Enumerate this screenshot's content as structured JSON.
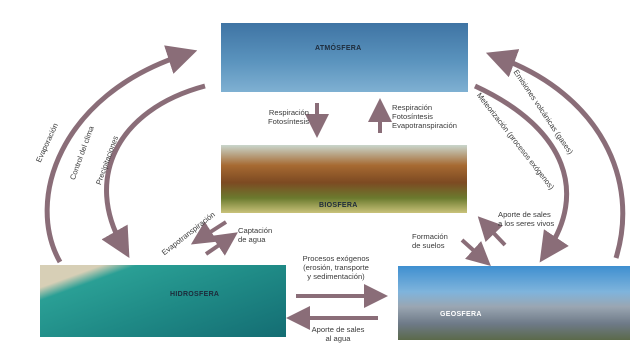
{
  "spheres": {
    "atmosfera": "ATMÓSFERA",
    "biosfera": "BIOSFERA",
    "hidrosfera": "HIDROSFERA",
    "geosfera": "GEOSFERA"
  },
  "labels": {
    "atm_bio_down": [
      "Respiración",
      "Fotosíntesis"
    ],
    "bio_atm_up": [
      "Respiración",
      "Fotosíntesis",
      "Evapotranspiración"
    ],
    "captacion": [
      "Captación",
      "de agua"
    ],
    "evapotranspiracion": "Evapotranspiración",
    "formacion": [
      "Formación",
      "de suelos"
    ],
    "aporte_seres": [
      "Aporte de sales",
      "a los seres vivos"
    ],
    "procesos": [
      "Procesos exógenos",
      "(erosión, transporte",
      "y sedimentación)"
    ],
    "aporte_agua": [
      "Aporte de sales",
      "al agua"
    ],
    "evaporacion": "Evaporación",
    "control_clima": "Control del clima",
    "precipitaciones": "Precipitaciones",
    "emisiones": "Emisiones volcánicas (gases)",
    "meteorizacion": "Meteorización (procesos exógenos)"
  },
  "colors": {
    "arrow": "#8a6d78",
    "sky": "#4d86b0",
    "sea": "#1f8a86",
    "forest": "#8a5a2a",
    "mountain": "#7a8aa0"
  }
}
